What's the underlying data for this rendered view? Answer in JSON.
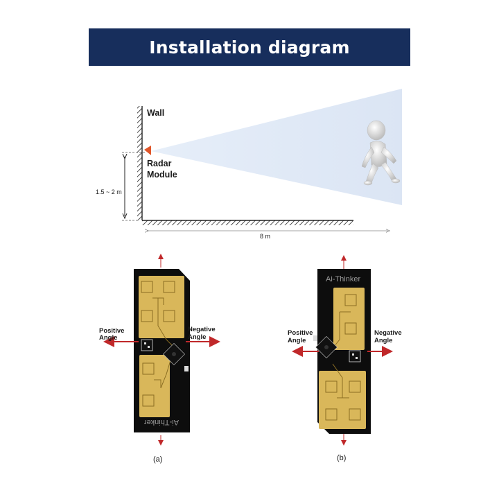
{
  "banner": {
    "title": "Installation diagram"
  },
  "scene": {
    "wall_label": "Wall",
    "radar_label_line1": "Radar",
    "radar_label_line2": "Module",
    "height_label": "1.5 ~ 2 m",
    "distance_label": "8 m"
  },
  "boards": [
    {
      "brand": "Ai-Thinker",
      "positive_label_line1": "Positive",
      "positive_label_line2": "Angle",
      "negative_label_line1": "Negative",
      "negative_label_line2": "Angle",
      "caption": "(a)"
    },
    {
      "brand": "Ai-Thinker",
      "positive_label_line1": "Positive",
      "positive_label_line2": "Angle",
      "negative_label_line1": "Negative",
      "negative_label_line2": "Angle",
      "caption": "(b)"
    }
  ],
  "colors": {
    "banner": "#172e5c",
    "beam": "#dce6f5",
    "board": "#0d0d0d",
    "antenna": "#d9b75a",
    "arrow": "#c0282a",
    "radar": "#e0562a"
  }
}
